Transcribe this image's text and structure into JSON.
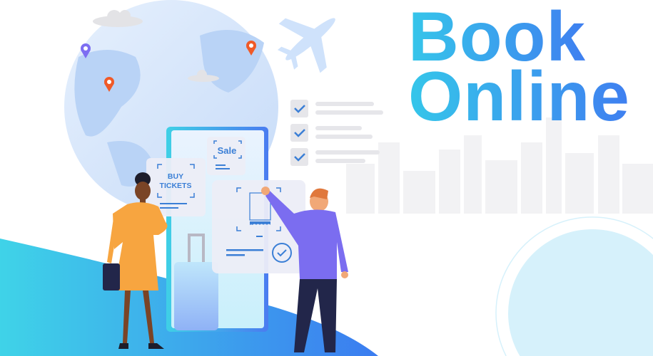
{
  "headline": {
    "line1": "Book",
    "line2": "Online"
  },
  "cards": {
    "sale": "Sale",
    "buy_line1": "BUY",
    "buy_line2": "TICKETS"
  },
  "checklist": {
    "items": 3
  },
  "colors": {
    "accent_start": "#35c6ea",
    "accent_end": "#3f7ff0",
    "dress": "#f7a540",
    "shirt": "#7b6df0",
    "pants": "#22264a"
  }
}
